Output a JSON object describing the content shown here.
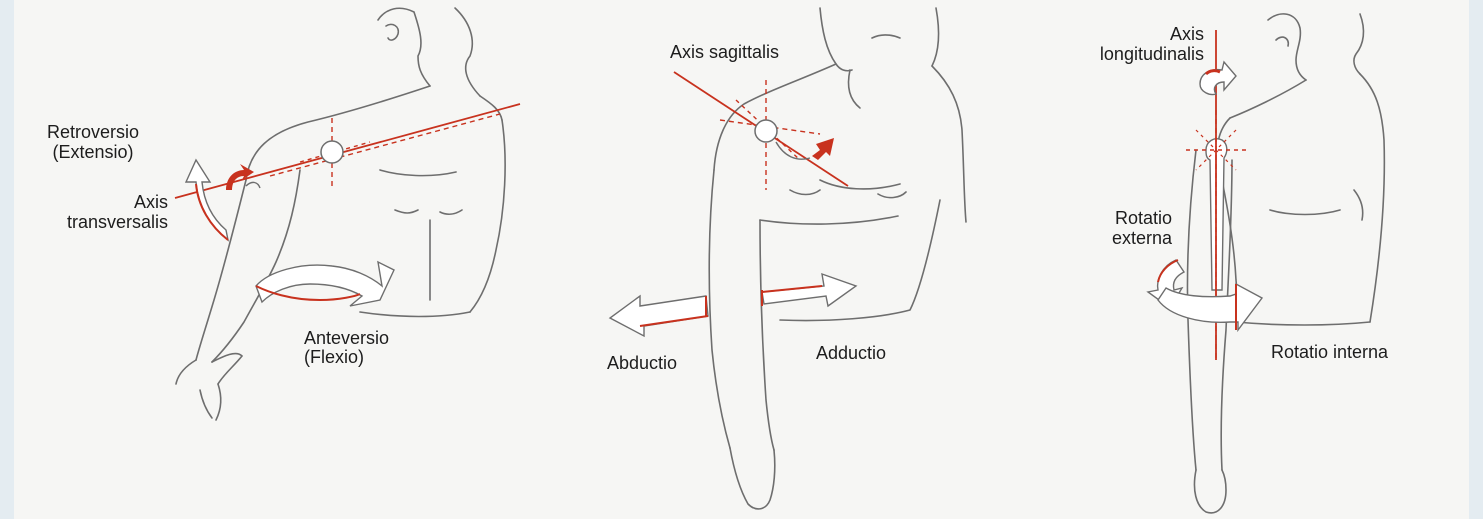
{
  "colors": {
    "accent": "#c8321e",
    "skin_stroke": "#6e6e6e",
    "background": "#f6f6f4",
    "frame": "#e4ecf1"
  },
  "panels": [
    {
      "name": "flexion-extension",
      "labels": {
        "retroversio": "Retroversio",
        "extensio": "(Extensio)",
        "axis": "Axis",
        "transversalis": "transversalis",
        "anteversio": "Anteversio",
        "flexio": "(Flexio)"
      }
    },
    {
      "name": "abduction-adduction",
      "labels": {
        "axis_sagittalis": "Axis sagittalis",
        "abductio": "Abductio",
        "adductio": "Adductio"
      }
    },
    {
      "name": "rotation",
      "labels": {
        "axis": "Axis",
        "longitudinalis": "longitudinalis",
        "rotatio": "Rotatio",
        "externa": "externa",
        "rotatio_interna": "Rotatio interna"
      }
    }
  ]
}
